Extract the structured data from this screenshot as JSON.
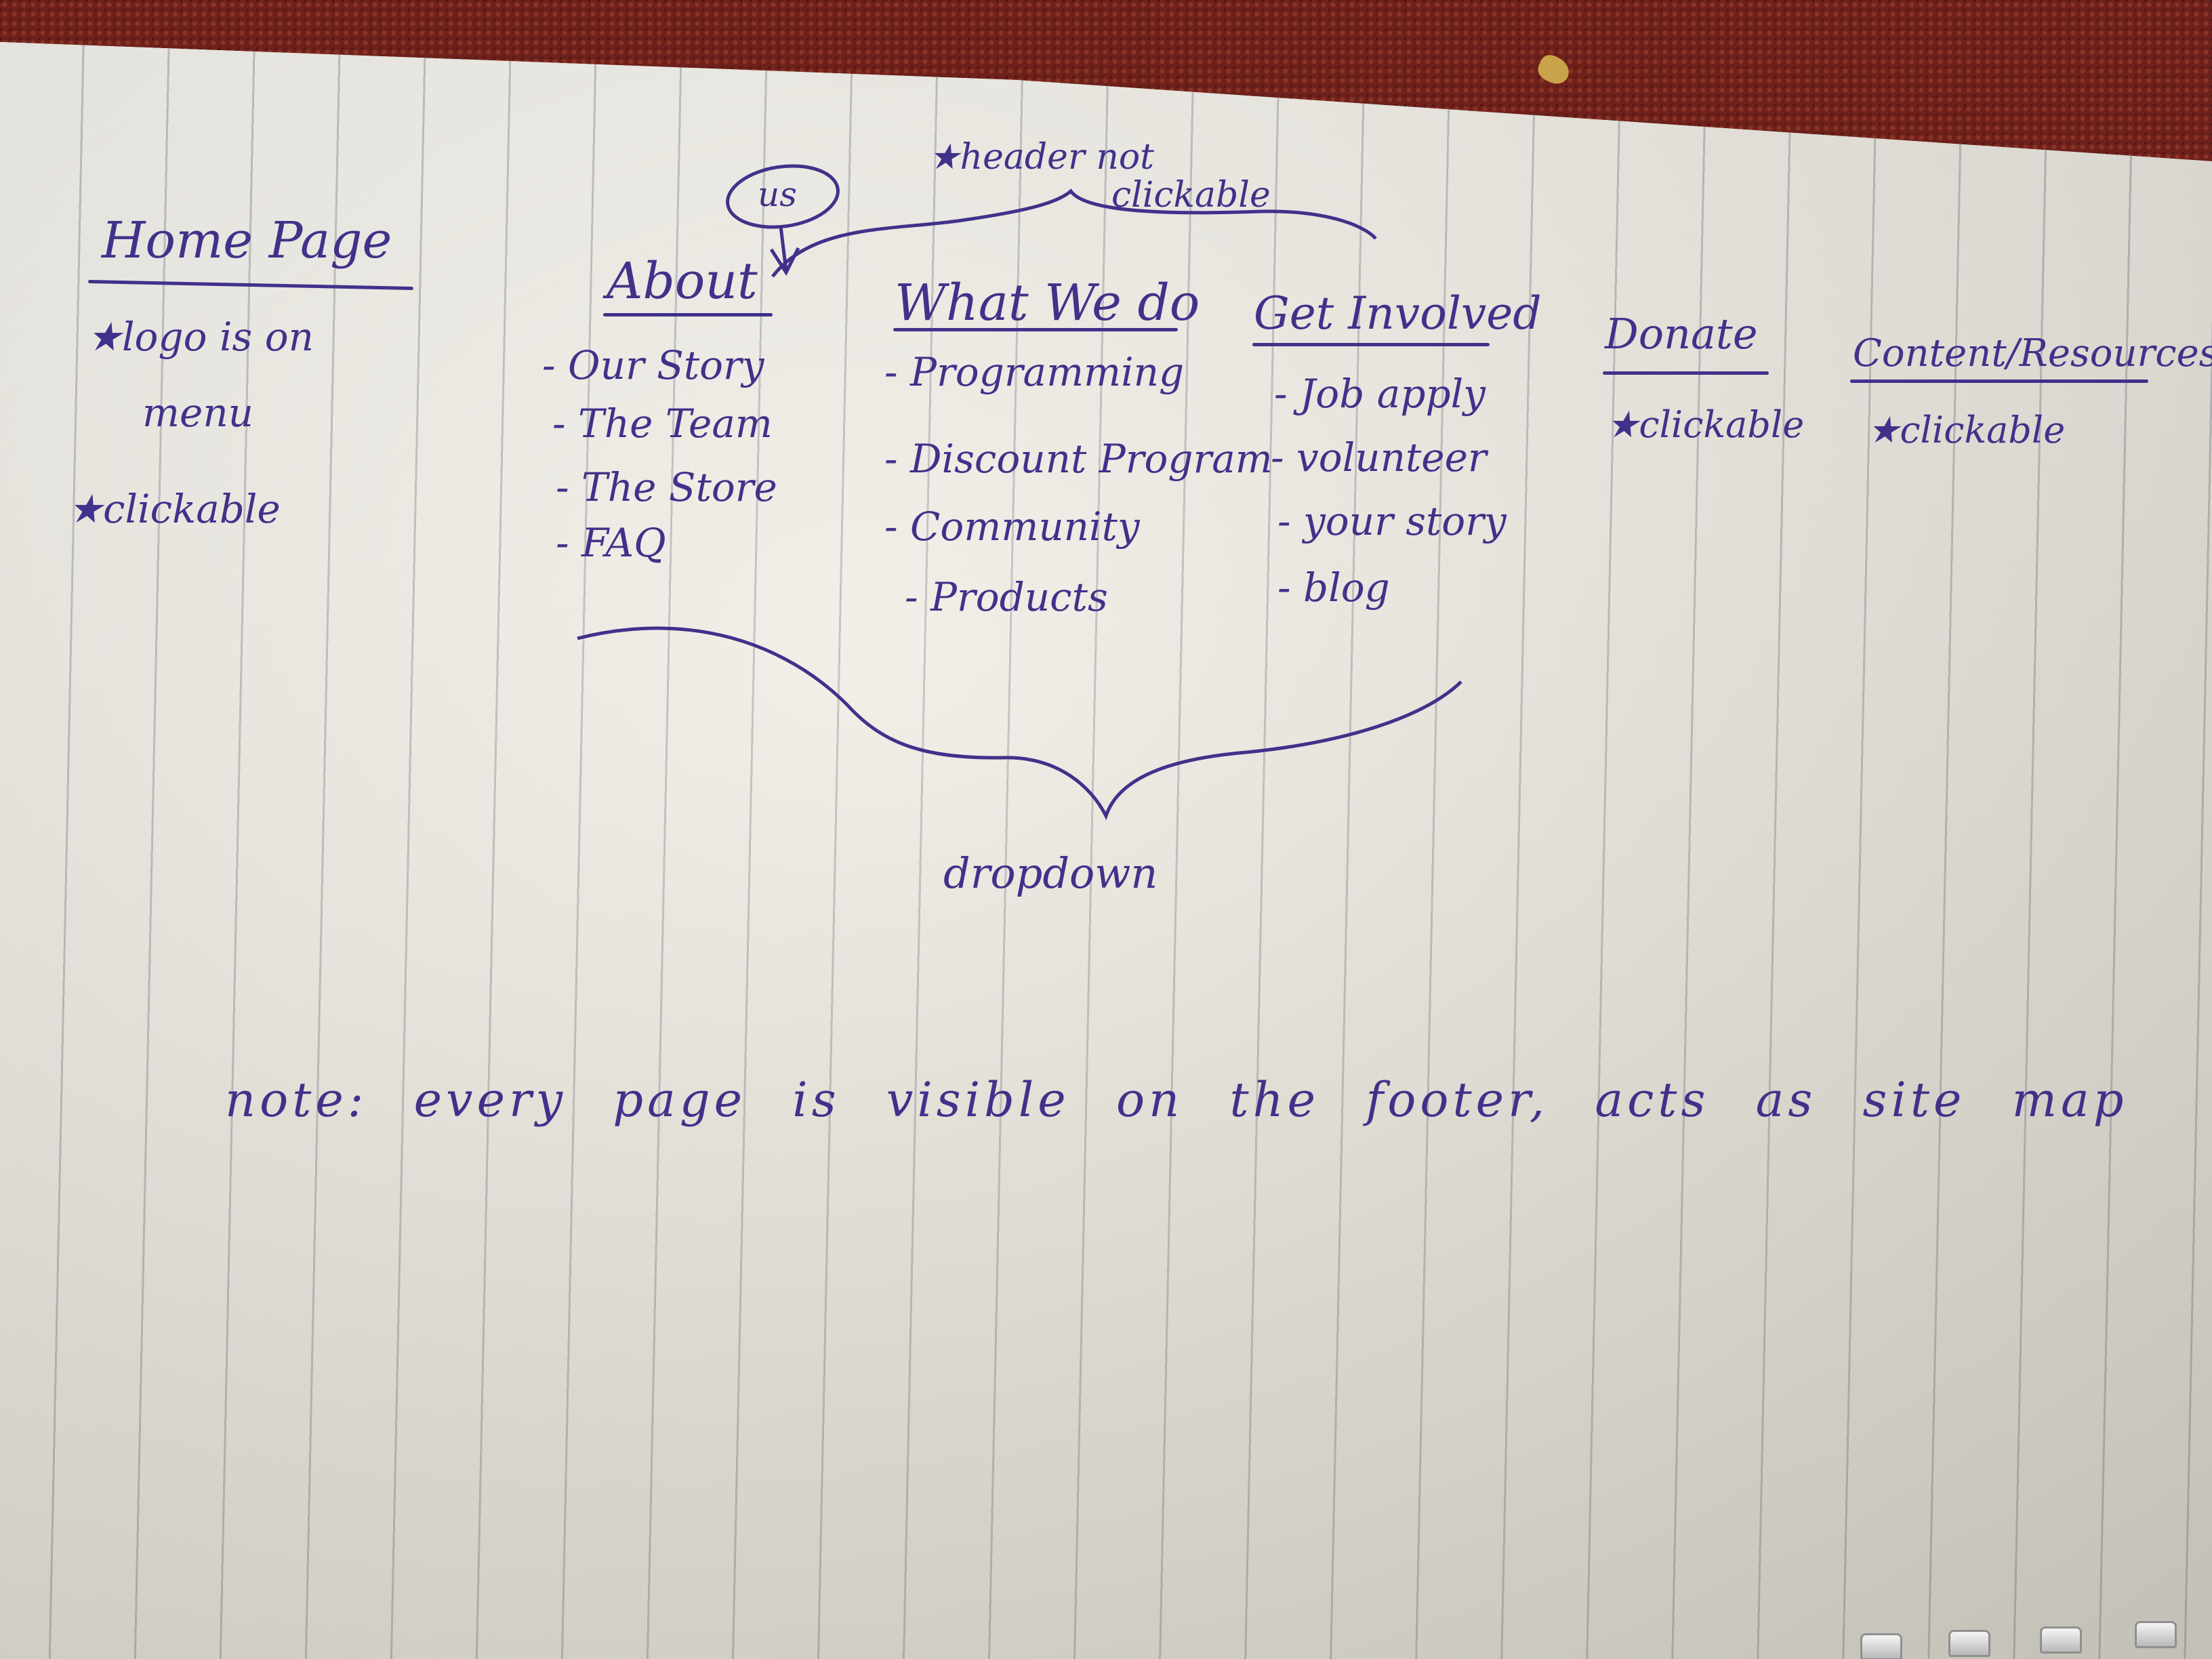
{
  "home": {
    "title": "Home Page",
    "notes": [
      "★logo is on",
      "menu",
      "★clickable"
    ]
  },
  "header_note": {
    "us": "us",
    "line1": "★header not",
    "line2": "clickable"
  },
  "columns": [
    {
      "title": "About",
      "items": [
        "- Our Story",
        "- The Team",
        "- The Store",
        "- FAQ"
      ]
    },
    {
      "title": "What We do",
      "items": [
        "- Programming",
        "- Discount Program",
        "- Community",
        "- Products"
      ]
    },
    {
      "title": "Get Involved",
      "items": [
        "- Job apply",
        "- volunteer",
        "- your story",
        "- blog"
      ]
    },
    {
      "title": "Donate",
      "items": [
        "★clickable"
      ]
    },
    {
      "title": "Content/Resources",
      "items": [
        "★clickable"
      ]
    }
  ],
  "dropdown_label": "dropdown",
  "footer_note": "note: every page is visible on the footer, acts as site map",
  "colors": {
    "ink": "#41318a",
    "paper": "#f1eee6",
    "carpet": "#6e201b"
  }
}
